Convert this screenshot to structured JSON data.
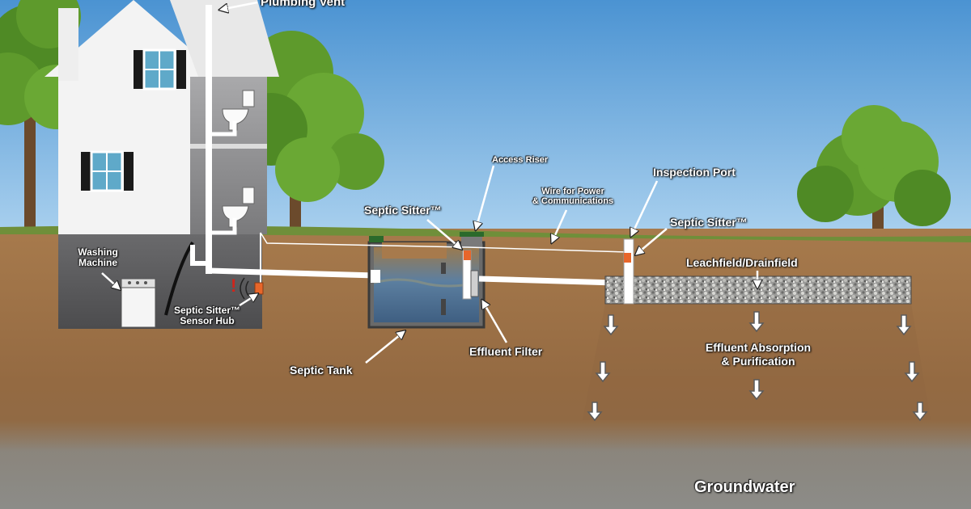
{
  "labels": {
    "plumbing_vent": "Plumbing Vent",
    "washing_machine": [
      "Washing",
      "Machine"
    ],
    "sensor_hub": [
      "Septic Sitter™",
      "Sensor Hub"
    ],
    "septic_sitter_tank": "Septic Sitter™",
    "access_riser": "Access Riser",
    "wire": [
      "Wire for Power",
      "& Communications"
    ],
    "inspection_port": "Inspection Port",
    "septic_sitter_port": "Septic Sitter™",
    "leachfield": "Leachfield/Drainfield",
    "effluent_filter": "Effluent Filter",
    "septic_tank": "Septic Tank",
    "absorption": [
      "Effluent Absorption",
      "& Purification"
    ],
    "groundwater": "Groundwater"
  },
  "icons": {
    "alert": "!"
  },
  "colors": {
    "sky": "#5aa0d8",
    "soil": "#9a7046",
    "grass": "#6f8f3a",
    "house": "#f3f3f3",
    "basement": "#58585a",
    "pipe": "#ffffff",
    "sensor": "#e8662a",
    "tree": "#5e9a2c",
    "groundwater": "#8a8a86"
  }
}
